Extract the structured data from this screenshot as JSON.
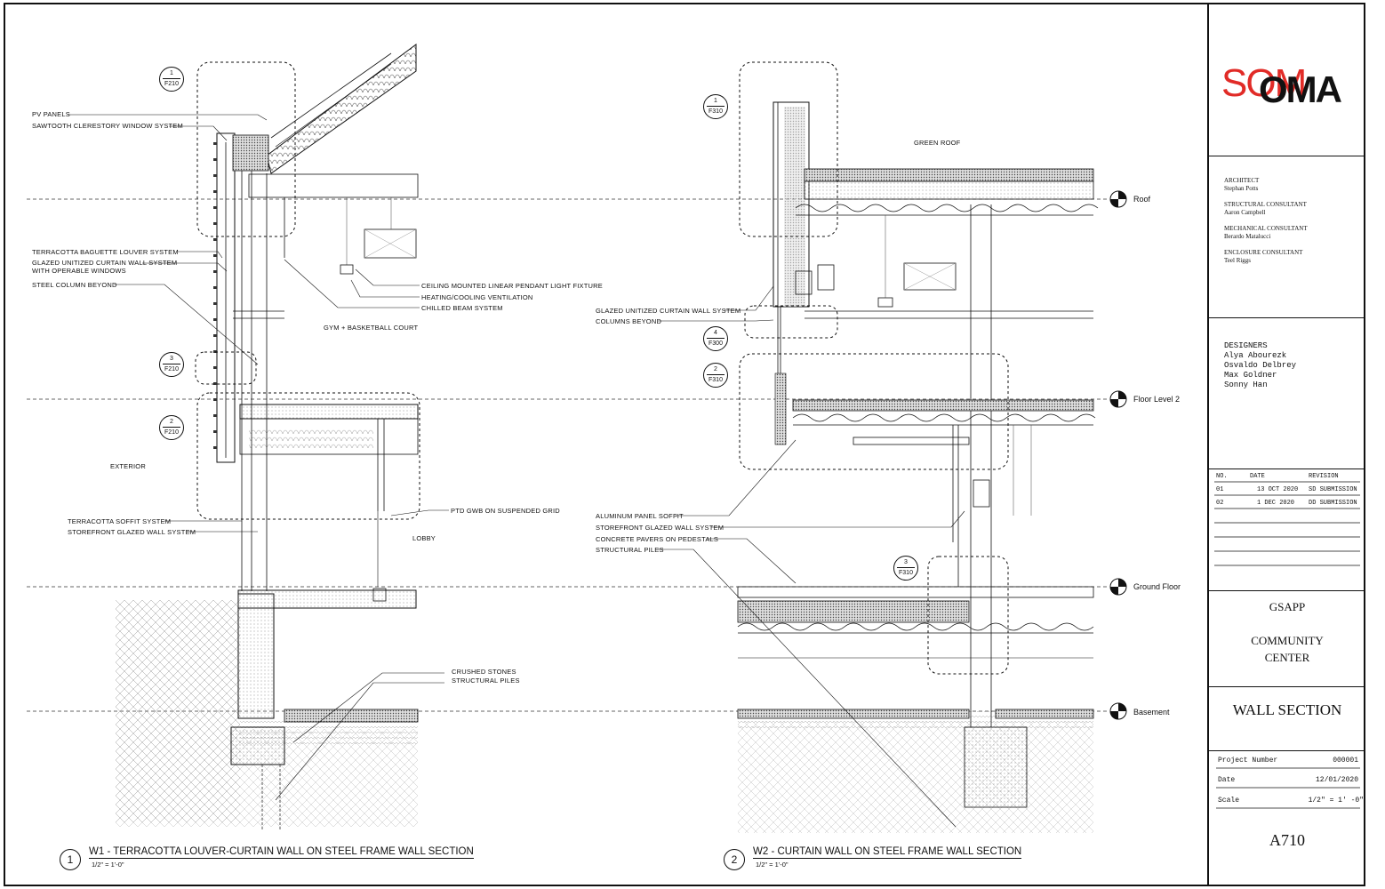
{
  "section_left": {
    "title": "W1 - TERRACOTTA LOUVER-CURTAIN WALL ON STEEL FRAME WALL SECTION",
    "number": "1",
    "scale": "1/2\" = 1'-0\"",
    "labels": {
      "pv": "PV PANELS",
      "sawtooth": "SAWTOOTH CLERESTORY WINDOW SYSTEM",
      "baguette": "TERRACOTTA BAGUETTE LOUVER SYSTEM",
      "glazed1": "GLAZED UNITIZED CURTAIN WALL SYSTEM",
      "glazed2": "WITH OPERABLE WINDOWS",
      "steel_col": "STEEL COLUMN BEYOND",
      "light": "CEILING MOUNTED LINEAR PENDANT LIGHT FIXTURE",
      "hvac": "HEATING/COOLING VENTILATION",
      "beam": "CHILLED BEAM SYSTEM",
      "gym": "GYM + BASKETBALL COURT",
      "exterior": "EXTERIOR",
      "soffit": "TERRACOTTA SOFFIT SYSTEM",
      "storefront": "STOREFRONT GLAZED WALL SYSTEM",
      "gwb": "PTD GWB ON SUSPENDED GRID",
      "lobby": "LOBBY",
      "stones": "CRUSHED STONES",
      "piles": "STRUCTURAL PILES"
    },
    "bubbles": [
      {
        "n": "1",
        "s": "F210"
      },
      {
        "n": "3",
        "s": "F210"
      },
      {
        "n": "2",
        "s": "F210"
      }
    ]
  },
  "section_right": {
    "title": "W2 - CURTAIN WALL ON STEEL FRAME WALL SECTION",
    "number": "2",
    "scale": "1/2\" = 1'-0\"",
    "labels": {
      "green_roof": "GREEN ROOF",
      "glazed": "GLAZED UNITIZED CURTAIN WALL SYSTEM",
      "columns": "COLUMNS BEYOND",
      "alu": "ALUMINUM PANEL SOFFIT",
      "storefront": "STOREFRONT GLAZED WALL SYSTEM",
      "pavers": "CONCRETE PAVERS ON PEDESTALS",
      "piles": "STRUCTURAL PILES"
    },
    "bubbles": [
      {
        "n": "1",
        "s": "F310"
      },
      {
        "n": "4",
        "s": "F300"
      },
      {
        "n": "2",
        "s": "F310"
      },
      {
        "n": "3",
        "s": "F310"
      }
    ]
  },
  "levels": [
    "Roof",
    "Floor Level 2",
    "Ground Floor",
    "Basement"
  ],
  "title_block": {
    "logo_red": "SOM",
    "logo_black": "OMA",
    "consultants": [
      {
        "role": "ARCHITECT",
        "name": "Stephan Potts"
      },
      {
        "role": "STRUCTURAL CONSULTANT",
        "name": "Aaron Campbell"
      },
      {
        "role": "MECHANICAL CONSULTANT",
        "name": "Berardo Matalucci"
      },
      {
        "role": "ENCLOSURE CONSULTANT",
        "name": "Teel Riggs"
      }
    ],
    "designers_label": "DESIGNERS",
    "designers": [
      "Alya Abourezk",
      "Osvaldo Delbrey",
      "Max Goldner",
      "Sonny Han"
    ],
    "revision_headers": [
      "NO.",
      "DATE",
      "REVISION"
    ],
    "revisions": [
      {
        "no": "01",
        "date": "13 OCT 2020",
        "rev": "SD SUBMISSION"
      },
      {
        "no": "02",
        "date": "1 DEC 2020",
        "rev": "DD SUBMISSION"
      }
    ],
    "client": "GSAPP",
    "project_line1": "COMMUNITY",
    "project_line2": "CENTER",
    "sheet_title": "WALL SECTION",
    "project_number_label": "Project Number",
    "project_number": "000001",
    "date_label": "Date",
    "date": "12/01/2020",
    "scale_label": "Scale",
    "scale": "1/2\" = 1' -0\"",
    "sheet_number": "A710"
  },
  "colors": {
    "logo_red": "#e0201c",
    "ink": "#111111"
  }
}
